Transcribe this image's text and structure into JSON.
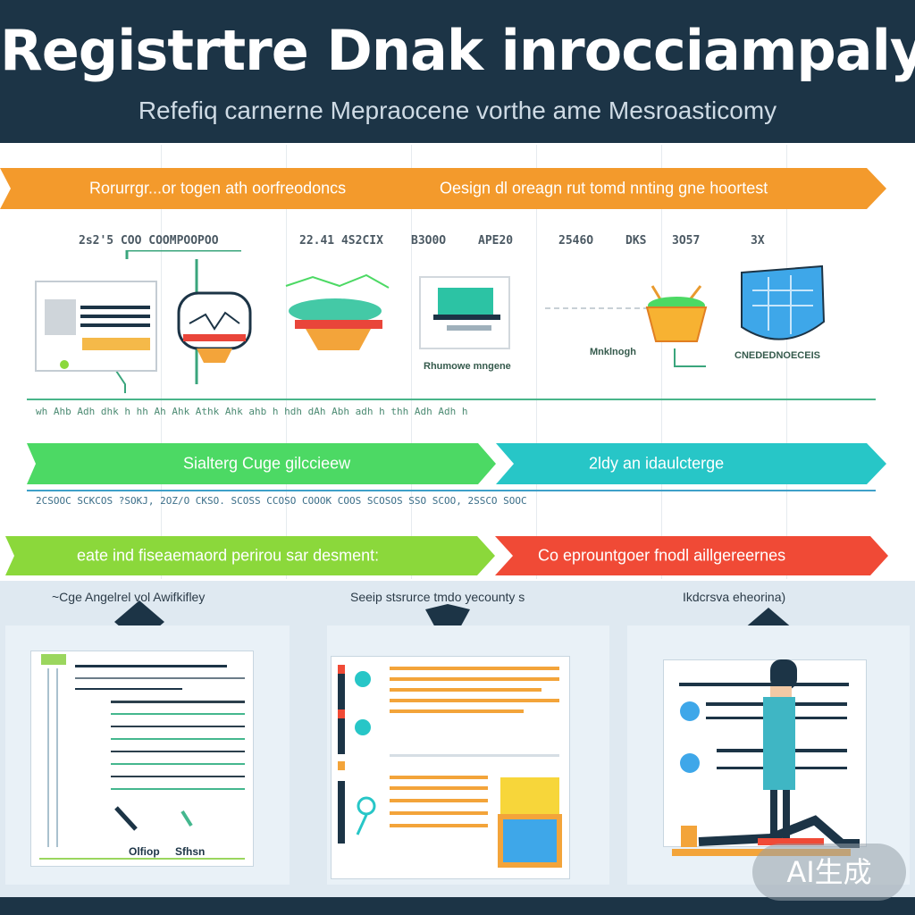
{
  "header": {
    "title": "Registrtre Dnak inrocciampaly",
    "subtitle": "Refefiq carnerne Mepraocene vorthe ame Mesroasticomy"
  },
  "arrows": {
    "top_left": "Rorurrgr...or togen ath oorfreodoncs",
    "top_right": "Oesign dl oreagn rut tomd nnting gne hoortest",
    "mid_left": "Sialterg Cuge gilccieew",
    "mid_right": "2ldy an idaulcterge",
    "low_left": "eate ind fiseaemaord    perirou sar desment:",
    "low_right": "Co eprountgoer fnodl aillgereernes"
  },
  "stages": [
    "2s2'5 COO COOMPOOPOO",
    "22.41 4S2CIX",
    "B3O0O",
    "APE20",
    "2546O",
    "DKS",
    "3O57",
    "3X"
  ],
  "captions": {
    "lab": "Rhumowe mngene",
    "flow": "Mnklnogh",
    "shield": "CNEDEDNOECEIS"
  },
  "tick_row_1": "wh  Ahb  Adh  dhk  h  hh  Ah  Ahk  Athk  Ahk  ahb  h  hdh  dAh  Abh  adh  h  thh  Adh  Adh  h",
  "tick_row_2": "2CSOOC  SCKCOS  ?SOKJ,  2OZ/O  CKSO.  SCOSS  CCOSO  COOOK  COOS  SCOSOS  SSO  SCOO,  2SSCO  SOOC",
  "cards": {
    "left_title": "~Cge Angelrel vol Awifkifley",
    "center_title": "Seeip stsrurce tmdo yecounty s",
    "right_title": "Ikdcrsva eheorina)",
    "left_footer": "Olfiop",
    "left_footer_2": "Sfhsn"
  },
  "badge": "AI生成",
  "colors": {
    "header_bg": "#1c3446",
    "orange": "#f39a2c",
    "green": "#4cd964",
    "teal": "#27c6c7",
    "lime": "#8bd83b",
    "red": "#f04a36"
  }
}
